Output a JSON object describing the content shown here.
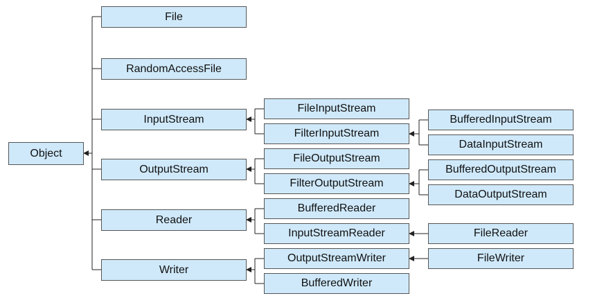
{
  "nodes": {
    "object": "Object",
    "file": "File",
    "random_access_file": "RandomAccessFile",
    "input_stream": "InputStream",
    "output_stream": "OutputStream",
    "reader": "Reader",
    "writer": "Writer",
    "file_input_stream": "FileInputStream",
    "filter_input_stream": "FilterInputStream",
    "file_output_stream": "FileOutputStream",
    "filter_output_stream": "FilterOutputStream",
    "buffered_reader": "BufferedReader",
    "input_stream_reader": "InputStreamReader",
    "output_stream_writer": "OutputStreamWriter",
    "buffered_writer": "BufferedWriter",
    "buffered_input_stream": "BufferedInputStream",
    "data_input_stream": "DataInputStream",
    "buffered_output_stream": "BufferedOutputStream",
    "data_output_stream": "DataOutputStream",
    "file_reader": "FileReader",
    "file_writer": "FileWriter"
  },
  "colors": {
    "node_fill": "#cfe9fa",
    "node_border": "#555555",
    "connector": "#222222"
  }
}
